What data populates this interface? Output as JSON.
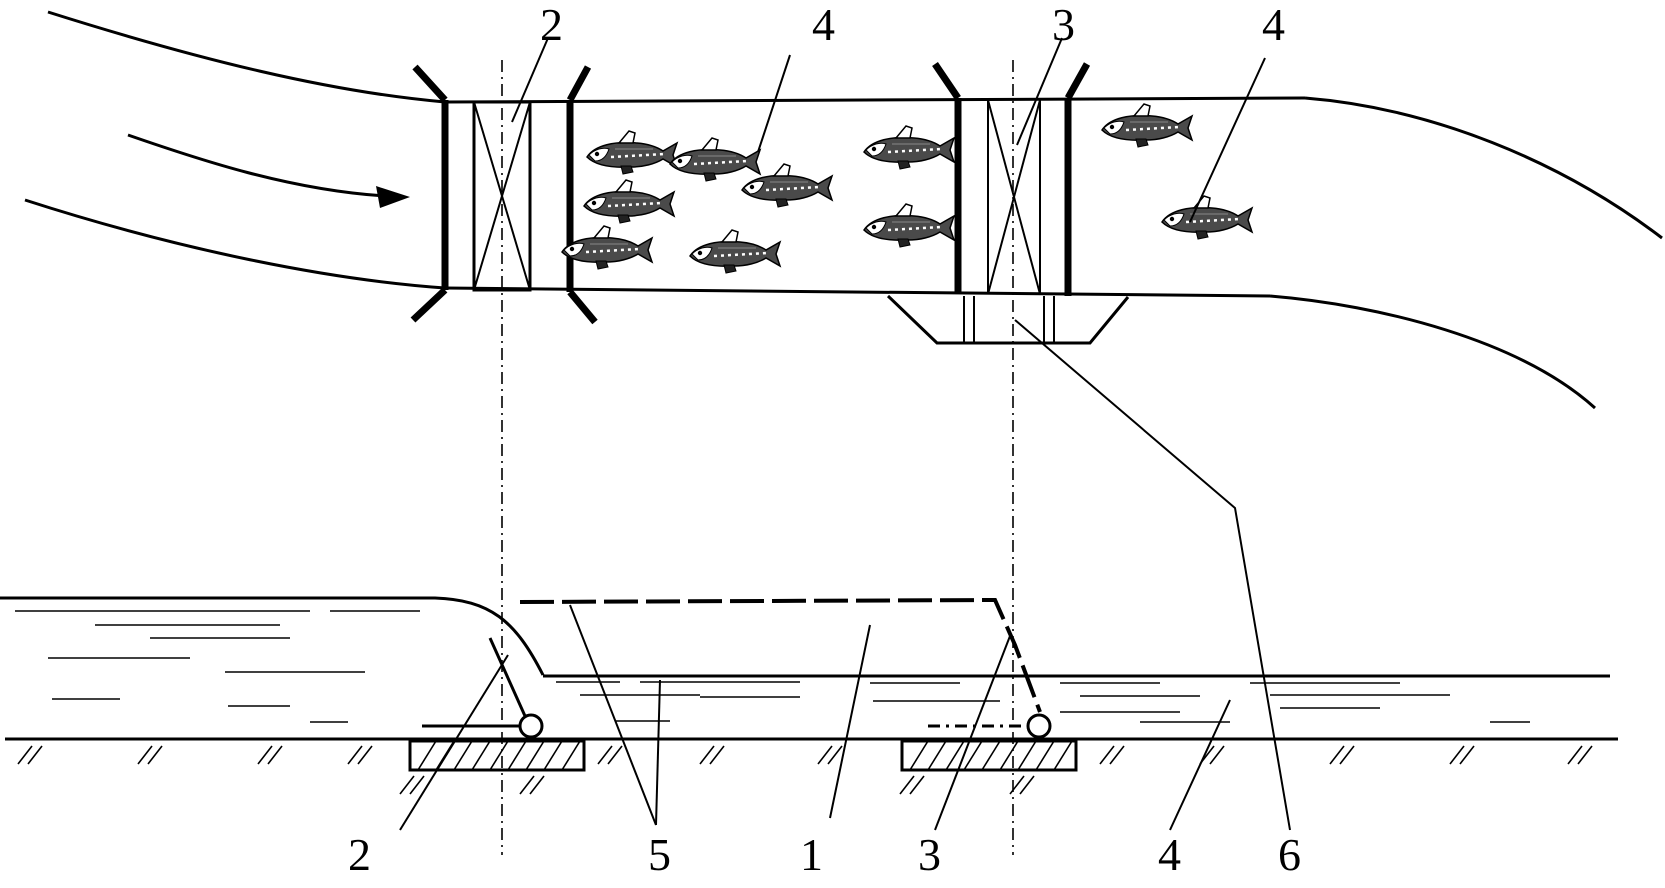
{
  "labels": {
    "top_2": "2",
    "top_4a": "4",
    "top_3": "3",
    "top_4b": "4",
    "bottom_2": "2",
    "bottom_5": "5",
    "bottom_1": "1",
    "bottom_3": "3",
    "bottom_4": "4",
    "bottom_6": "6"
  },
  "colors": {
    "line": "#000000",
    "fish_body": "#4a4a4a",
    "background": "#ffffff"
  },
  "icons": {
    "fish": "fish-icon",
    "flow_arrow": "arrow-right-icon",
    "gate_hinge": "hinge-circle-icon"
  }
}
